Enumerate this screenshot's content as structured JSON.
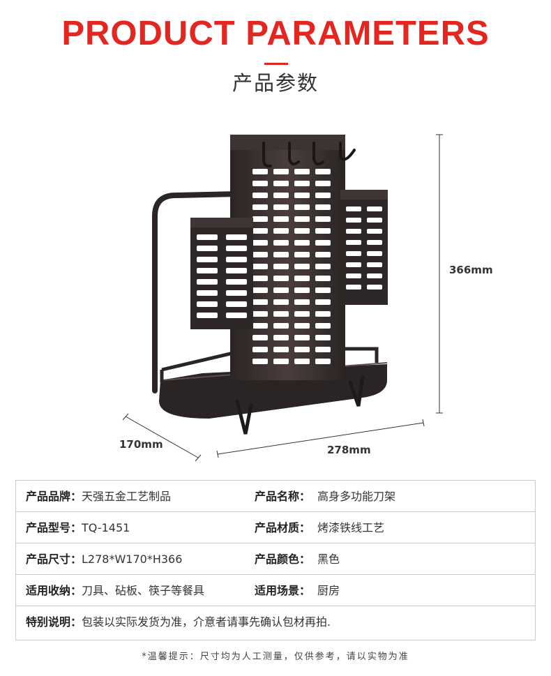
{
  "header": {
    "title": "PRODUCT PARAMETERS",
    "subtitle": "产品参数"
  },
  "dimensions": {
    "height": "366mm",
    "depth": "170mm",
    "length": "278mm"
  },
  "specs": [
    {
      "k1": "产品品牌：",
      "v1": "天强五金工艺制品",
      "k2": "产品名称：",
      "v2": "高身多功能刀架"
    },
    {
      "k1": "产品型号：",
      "v1": "TQ-1451",
      "k2": "产品材质：",
      "v2": "烤漆铁线工艺"
    },
    {
      "k1": "产品尺寸：",
      "v1": "L278*W170*H366",
      "k2": "产品颜色：",
      "v2": "黑色"
    },
    {
      "k1": "适用收纳：",
      "v1": "刀具、砧板、筷子等餐具",
      "k2": "适用场景：",
      "v2": "厨房"
    },
    {
      "k1": "特别说明：",
      "v1": "包装以实际发货为准，介意者请事先确认包材再拍.",
      "k2": "",
      "v2": ""
    }
  ],
  "footer_note": "*温馨提示：尺寸均为人工测量，仅供参考，请以实物为准"
}
